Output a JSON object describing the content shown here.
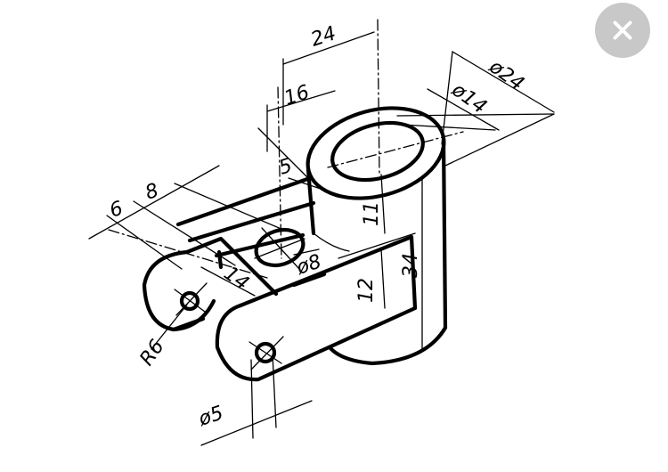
{
  "close_button": {
    "icon": "close-icon",
    "color": "#c8c8c8"
  },
  "dimensions": {
    "d24": "24",
    "d16": "16",
    "dia24": "ø24",
    "dia14": "ø14",
    "d5": "5",
    "d6": "6",
    "d8": "8",
    "d11": "11",
    "d34": "34",
    "d14": "14",
    "dia8": "ø8",
    "d12": "12",
    "r6": "R6",
    "dia5": "ø5"
  }
}
